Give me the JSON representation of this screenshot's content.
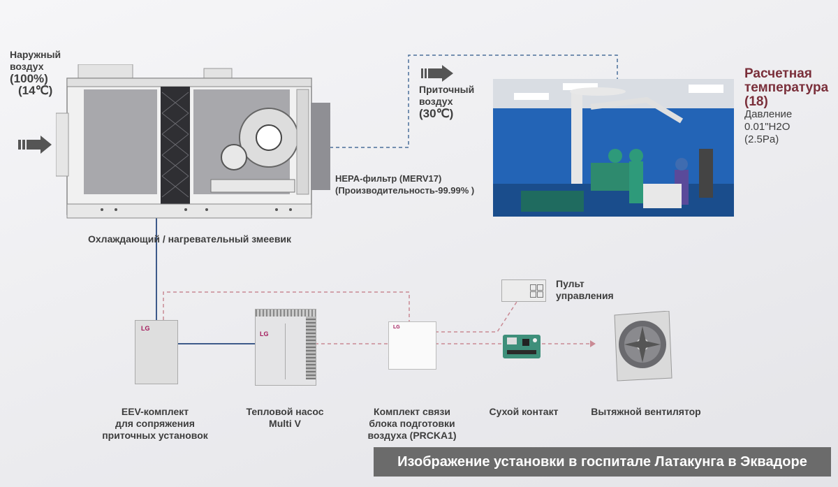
{
  "outdoor_air": {
    "line1": "Наружный",
    "line2": "воздух",
    "percent": "(100%)",
    "temp": "(14℃)"
  },
  "supply_air": {
    "line1": "Приточный",
    "line2": "воздух",
    "temp": "(30℃)"
  },
  "hepa": {
    "line1": "HEPA-фильтр (MERV17)",
    "line2": "(Производительность-99.99% )"
  },
  "coil_label": "Охлаждающий / нагревательный змеевик",
  "design_temp": {
    "line1": "Расчетная",
    "line2": "температура",
    "value": "(18)"
  },
  "pressure": {
    "line1": "Давление",
    "line2": "0.01\"H2O",
    "line3": "(2.5Pa)"
  },
  "remote": {
    "line1": "Пульт",
    "line2": "управления"
  },
  "components": {
    "eev": {
      "l1": "EEV-комплект",
      "l2": "для сопряжения",
      "l3": "приточных установок"
    },
    "heatpump": {
      "l1": "Тепловой насос",
      "l2": "Multi V"
    },
    "prcka": {
      "l1": "Комплект связи",
      "l2": "блока подготовки",
      "l3": "воздуха (PRCKA1)"
    },
    "dry": "Сухой контакт",
    "exhaust": "Вытяжной вентилятор"
  },
  "brand": "LG",
  "caption": "Изображение установки в госпитале Латакунга в Эквадоре",
  "colors": {
    "accent": "#7a2f3a",
    "blue_line": "#4a6f9a",
    "red_dash": "#c98a94"
  }
}
